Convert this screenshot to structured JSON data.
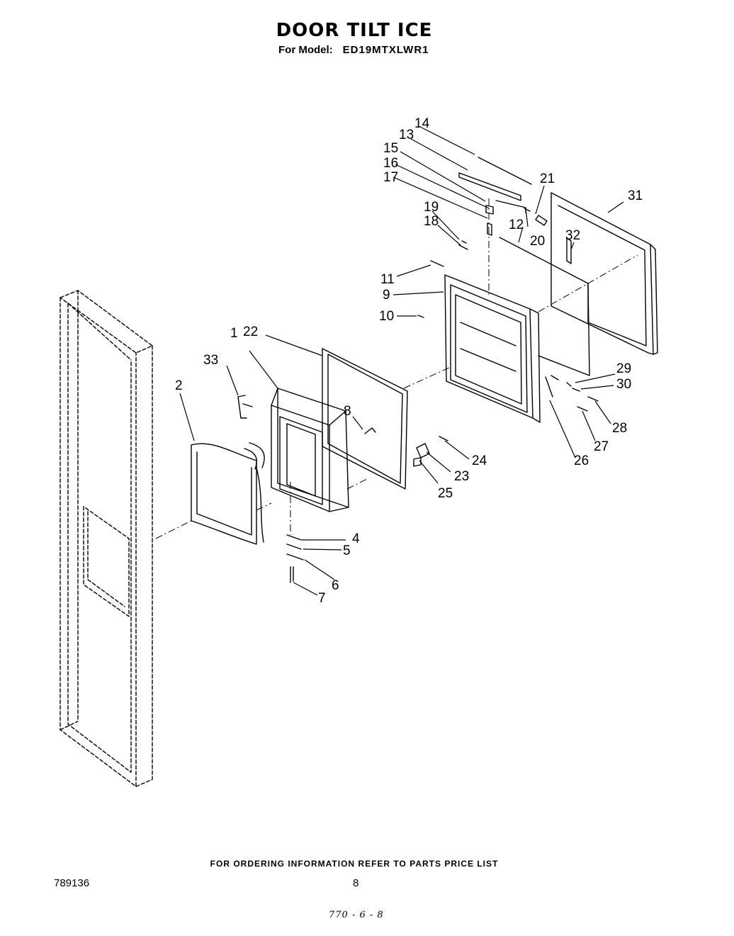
{
  "header": {
    "title": "DOOR TILT ICE",
    "model_label": "For Model:",
    "model_number": "ED19MTXLWR1"
  },
  "callouts": [
    "1",
    "2",
    "4",
    "5",
    "6",
    "7",
    "8",
    "9",
    "10",
    "11",
    "12",
    "13",
    "14",
    "15",
    "16",
    "17",
    "18",
    "19",
    "20",
    "21",
    "22",
    "23",
    "24",
    "25",
    "26",
    "27",
    "28",
    "29",
    "30",
    "31",
    "32",
    "33"
  ],
  "footer": {
    "ordering_note": "FOR ORDERING INFORMATION REFER TO PARTS PRICE LIST",
    "document_number": "789136",
    "page_number": "8",
    "handwritten_note": "770 - 6 - 8"
  }
}
